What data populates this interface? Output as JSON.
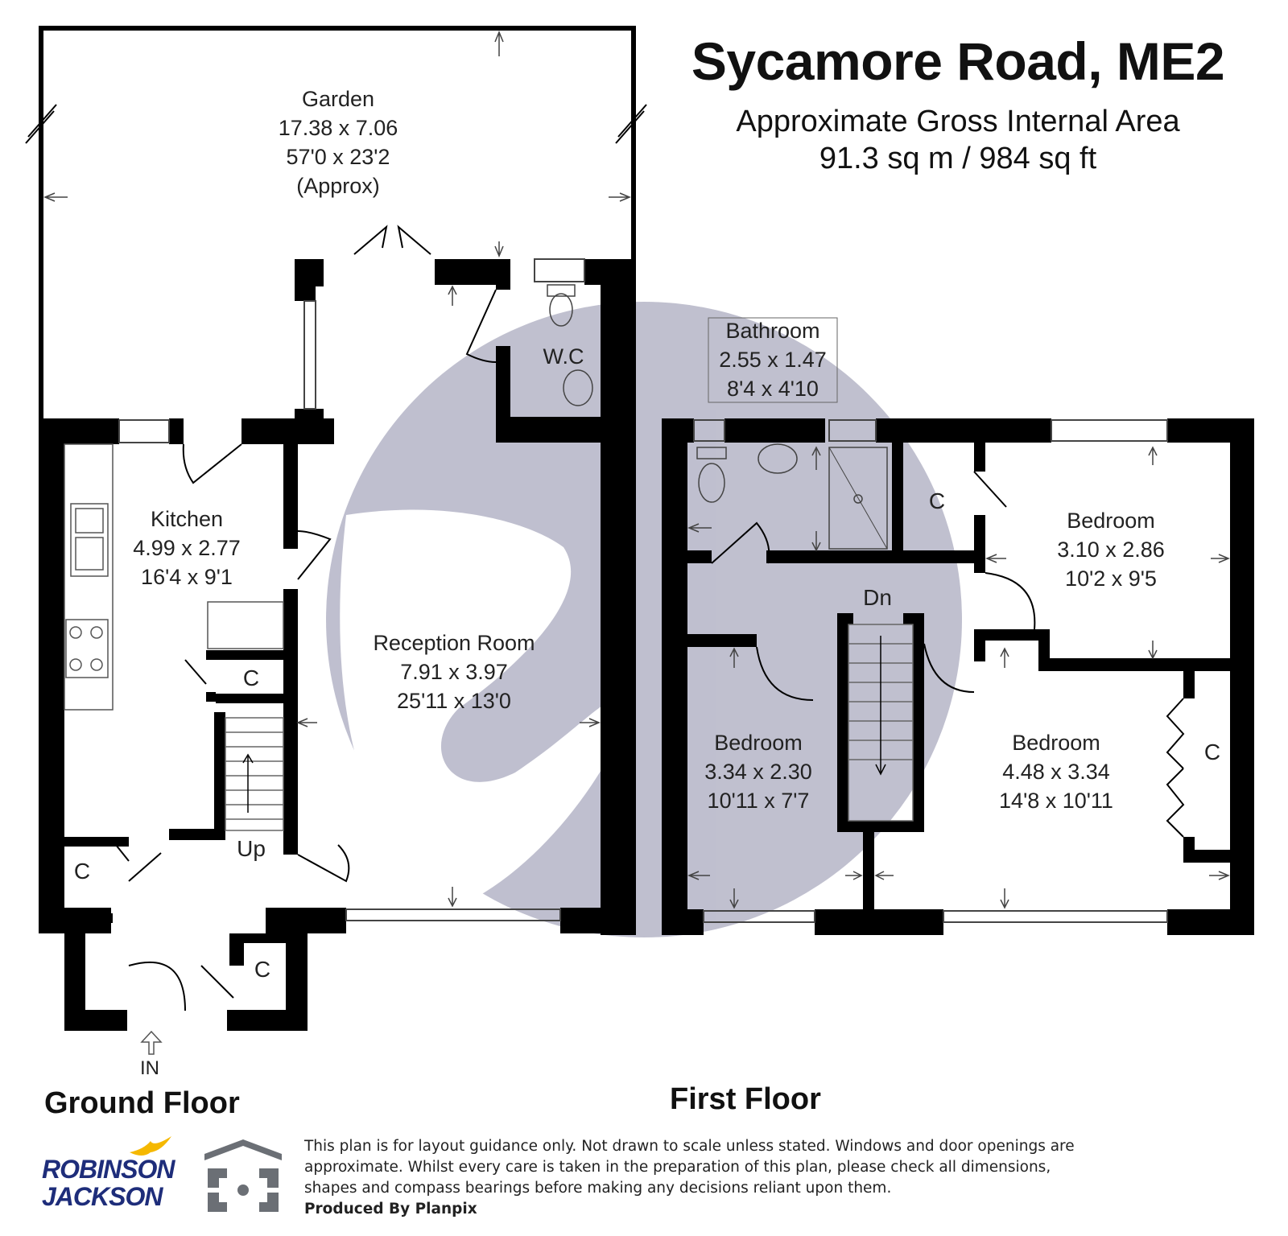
{
  "header": {
    "title": "Sycamore Road, ME2",
    "area_heading": "Approximate Gross Internal Area",
    "area_value": "91.3 sq m / 984 sq ft"
  },
  "floors": {
    "ground": "Ground Floor",
    "first": "First Floor"
  },
  "rooms": {
    "garden": {
      "name": "Garden",
      "metric": "17.38 x 7.06",
      "imperial": "57'0 x 23'2",
      "note": "(Approx)"
    },
    "kitchen": {
      "name": "Kitchen",
      "metric": "4.99 x 2.77",
      "imperial": "16'4 x 9'1"
    },
    "reception": {
      "name": "Reception Room",
      "metric": "7.91 x 3.97",
      "imperial": "25'11 x 13'0"
    },
    "wc": {
      "name": "W.C"
    },
    "bathroom": {
      "name": "Bathroom",
      "metric": "2.55 x 1.47",
      "imperial": "8'4 x 4'10"
    },
    "bedroom1": {
      "name": "Bedroom",
      "metric": "3.10 x 2.86",
      "imperial": "10'2 x 9'5"
    },
    "bedroom2": {
      "name": "Bedroom",
      "metric": "3.34 x 2.30",
      "imperial": "10'11 x 7'7"
    },
    "bedroom3": {
      "name": "Bedroom",
      "metric": "4.48 x 3.34",
      "imperial": "14'8 x 10'11"
    }
  },
  "markers": {
    "cupboard": "C",
    "up": "Up",
    "down": "Dn",
    "entrance": "IN"
  },
  "logo": {
    "line1": "ROBINSON",
    "line2": "JACKSON"
  },
  "disclaimer": {
    "text": "This plan is for layout guidance only. Not drawn to scale unless stated. Windows and door openings are approximate. Whilst every care is taken in the preparation of this plan, please check all dimensions, shapes and compass bearings before making any decisions reliant upon them.",
    "produced_by": "Produced By Planpix"
  },
  "colors": {
    "wall": "#000000",
    "watermark": "#8c8ca8",
    "logo_blue": "#1e2d7a",
    "logo_gold": "#f5b800",
    "planpix_grey": "#6b6f75"
  }
}
